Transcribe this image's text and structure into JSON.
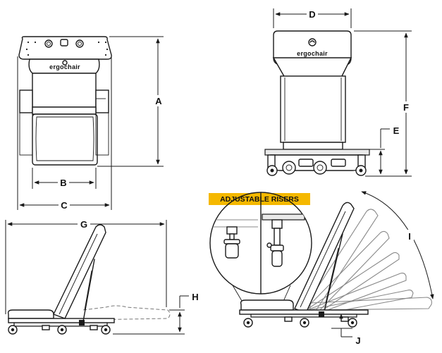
{
  "brand": "ergochair",
  "callout": {
    "title": "ADJUSTABLE RISERS",
    "accent_color": "#f5b800"
  },
  "dimensions": {
    "A": "A",
    "B": "B",
    "C": "C",
    "D": "D",
    "E": "E",
    "F": "F",
    "G": "G",
    "H": "H",
    "I": "I",
    "J": "J"
  },
  "colors": {
    "line": "#1a1a1a",
    "background": "#ffffff",
    "ghost": "#888888"
  }
}
